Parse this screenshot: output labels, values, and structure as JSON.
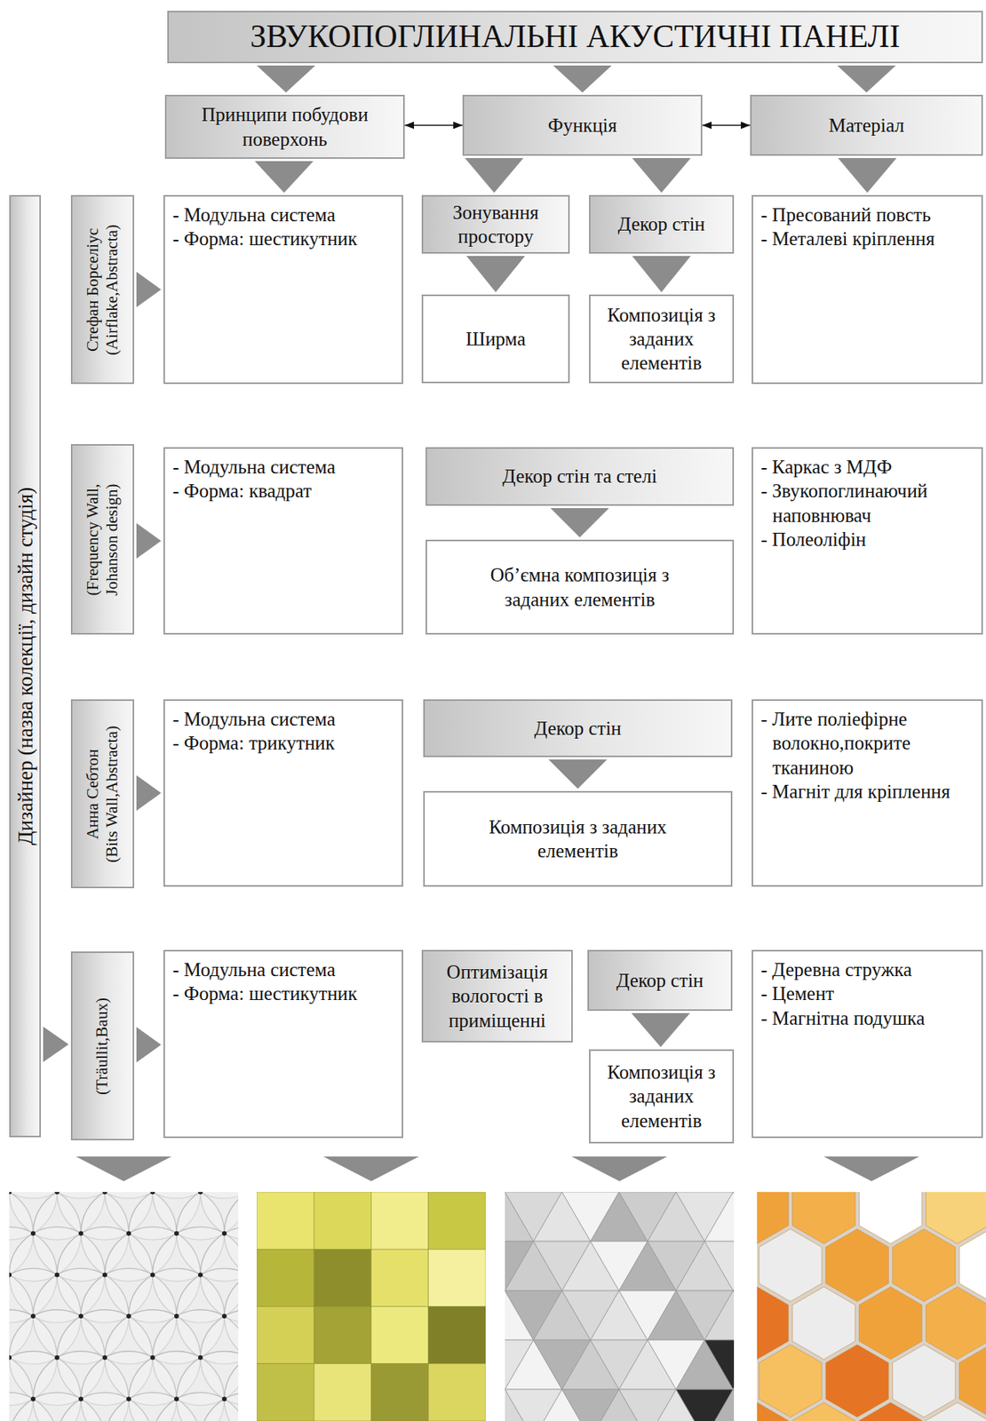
{
  "diagram": {
    "nodes": [
      {
        "text": [
          "ЗВУКОПОГЛИНАЛЬНІ АКУСТИЧНІ ПАНЕЛІ"
        ]
      },
      {
        "text": [
          "Принципи побудови поверхонь"
        ]
      },
      {
        "text": [
          "Функція"
        ]
      },
      {
        "text": [
          "Матеріал"
        ]
      },
      {
        "text": [
          "Дизайнер (назва колекції, дизайн студія)"
        ]
      },
      {
        "text": [
          "Стефан Борселіус",
          "(Airflake,Abstracta)"
        ]
      },
      {
        "text": [
          "- Модульна система",
          "- Форма: шестикутник"
        ]
      },
      {
        "text": [
          "Зонування простору"
        ]
      },
      {
        "text": [
          "Декор стін"
        ]
      },
      {
        "text": [
          "Ширма"
        ]
      },
      {
        "text": [
          "Композиція з заданих елементів"
        ]
      },
      {
        "text": [
          "- Пресований повсть",
          "- Металеві кріплення"
        ]
      },
      {
        "text": [
          "(Frequency Wall, Johanson design)"
        ]
      },
      {
        "text": [
          "- Модульна система",
          "- Форма: квадрат"
        ]
      },
      {
        "text": [
          "Декор стін та стелі"
        ]
      },
      {
        "text": [
          "Об’ємна композиція з заданих елементів"
        ]
      },
      {
        "text": [
          "- Каркас з МДФ",
          "- Звукопоглинаючий наповнювач",
          "- Полеоліфін"
        ]
      },
      {
        "text": [
          "Анна Себтон",
          "(Bits Wall,Abstracta)"
        ]
      },
      {
        "text": [
          "- Модульна система",
          "- Форма: трикутник"
        ]
      },
      {
        "text": [
          "Декор стін"
        ]
      },
      {
        "text": [
          "Композиція з заданих елементів"
        ]
      },
      {
        "text": [
          "- Лите поліефірне волокно,покрите тканиною",
          "- Магніт для кріплення"
        ]
      },
      {
        "text": [
          "(Träullit,Baux)"
        ]
      },
      {
        "text": [
          "- Модульна система",
          "- Форма: шестикутник"
        ]
      },
      {
        "text": [
          "Оптимізація вологості в приміщенні"
        ]
      },
      {
        "text": [
          "Декор стін"
        ]
      },
      {
        "text": [
          "Композиція з заданих елементів"
        ]
      },
      {
        "text": [
          "- Деревна стружка",
          "- Цемент",
          "- Магнітна подушка"
        ]
      }
    ],
    "edges": [
      {
        "from": 0,
        "to": 1,
        "arrow": "to"
      },
      {
        "from": 0,
        "to": 2,
        "arrow": "to"
      },
      {
        "from": 0,
        "to": 3,
        "arrow": "to"
      },
      {
        "from": 1,
        "to": 2,
        "arrow": "both"
      },
      {
        "from": 2,
        "to": 3,
        "arrow": "both"
      },
      {
        "from": 1,
        "to": 6,
        "arrow": "to"
      },
      {
        "from": 2,
        "to": 7,
        "arrow": "to"
      },
      {
        "from": 2,
        "to": 8,
        "arrow": "to"
      },
      {
        "from": 3,
        "to": 11,
        "arrow": "to"
      },
      {
        "from": 5,
        "to": 6,
        "arrow": "to"
      },
      {
        "from": 7,
        "to": 9,
        "arrow": "to"
      },
      {
        "from": 8,
        "to": 10,
        "arrow": "to"
      },
      {
        "from": 12,
        "to": 13,
        "arrow": "to"
      },
      {
        "from": 14,
        "to": 15,
        "arrow": "to"
      },
      {
        "from": 17,
        "to": 18,
        "arrow": "to"
      },
      {
        "from": 19,
        "to": 20,
        "arrow": "to"
      },
      {
        "from": 22,
        "to": 23,
        "arrow": "to"
      },
      {
        "from": 25,
        "to": 26,
        "arrow": "to"
      },
      {
        "from": 4,
        "to": 22,
        "arrow": "to"
      }
    ]
  }
}
